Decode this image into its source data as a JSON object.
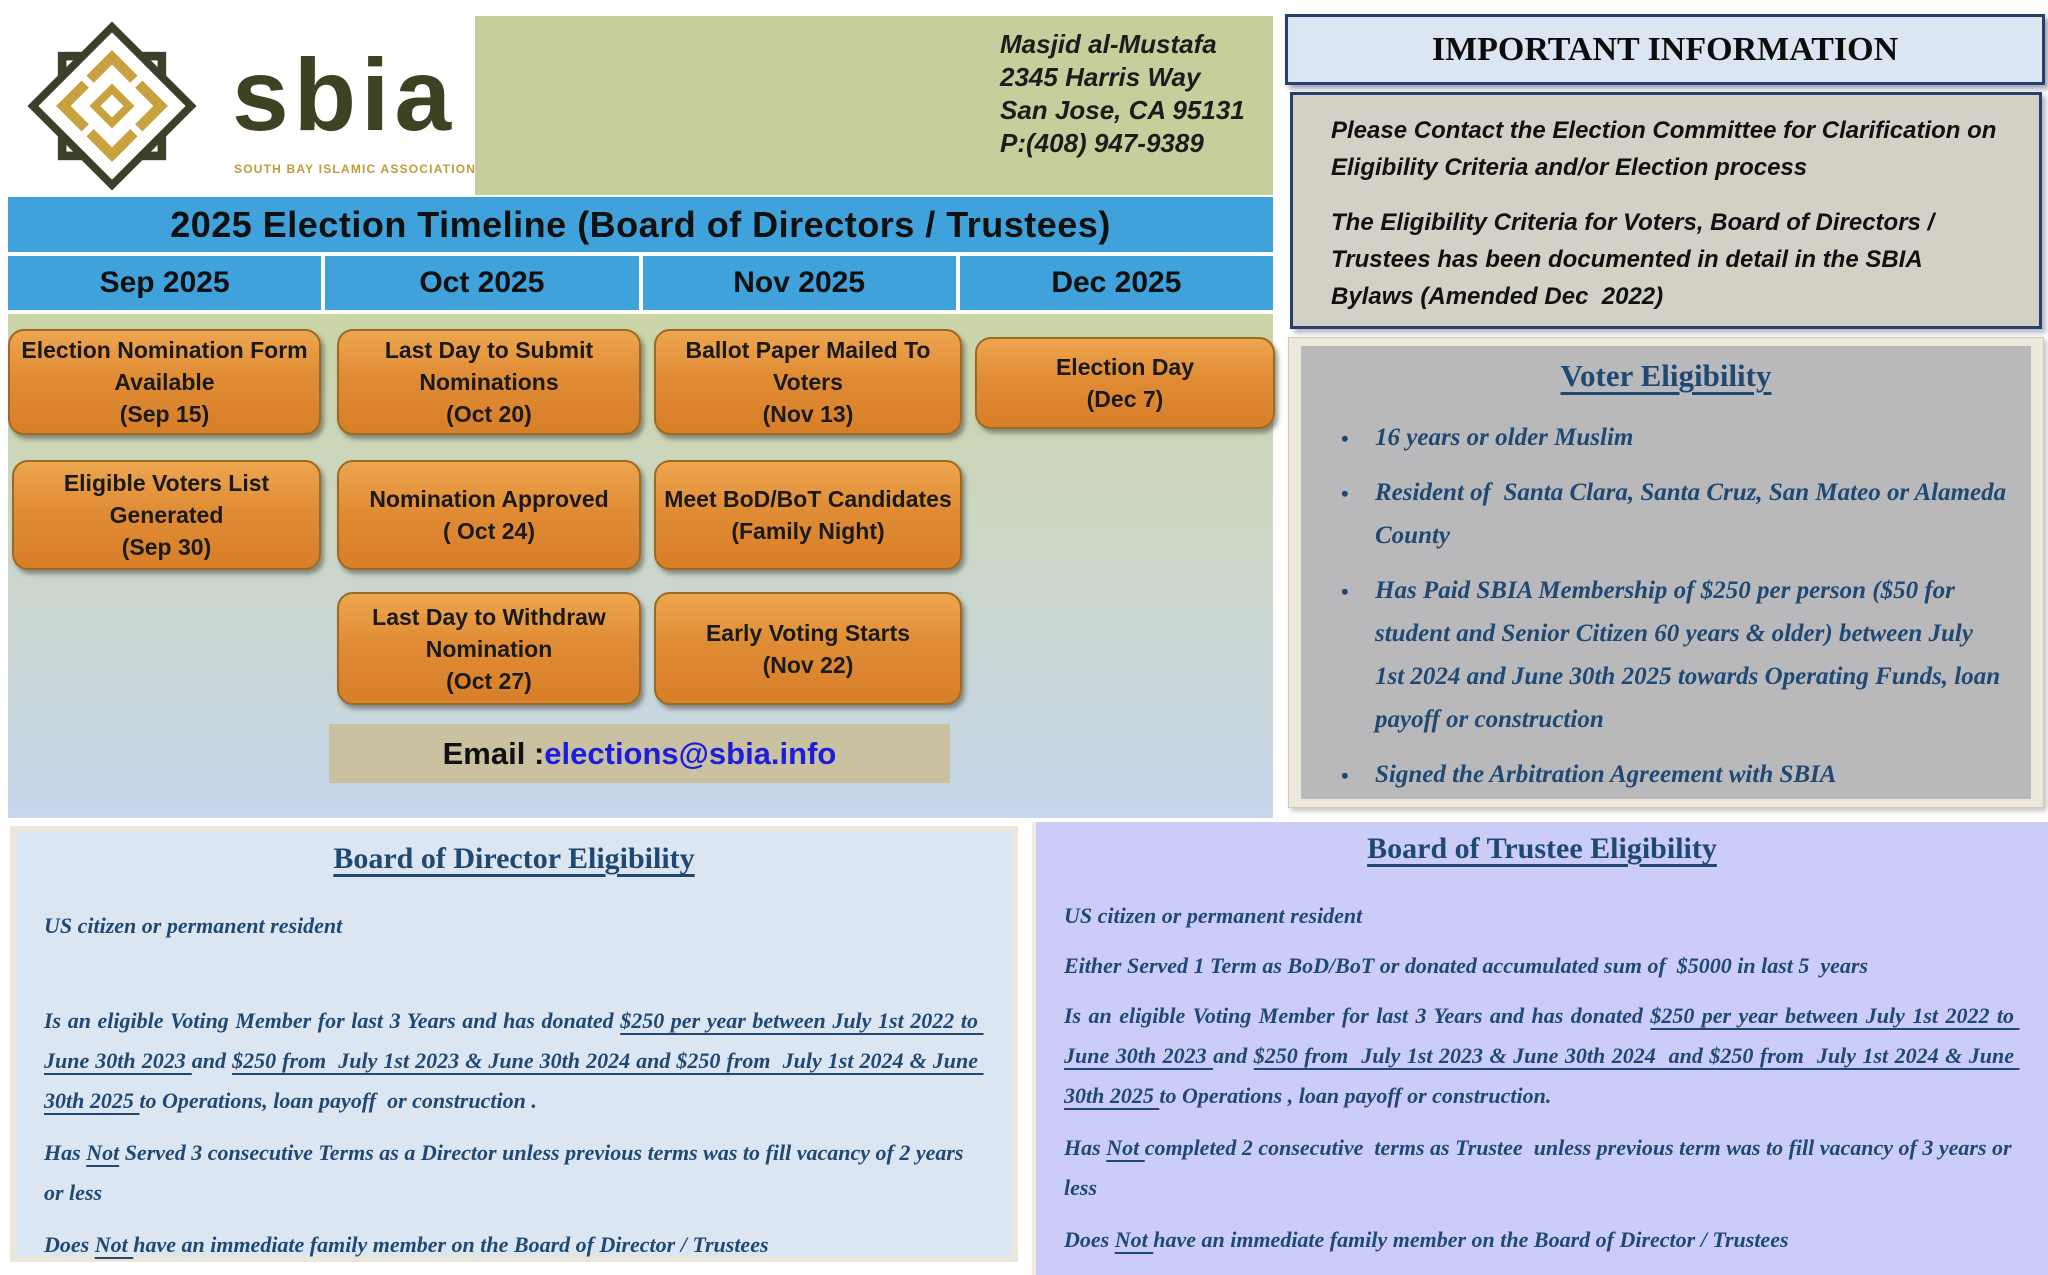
{
  "logo": {
    "brand": "sbia",
    "tagline": "SOUTH BAY ISLAMIC ASSOCIATION"
  },
  "masjid": {
    "name": "Masjid al-Mustafa",
    "address": "2345 Harris Way\nSan Jose, CA 95131\nP:(408) 947-9389"
  },
  "timeline": {
    "title": "2025 Election Timeline (Board of Directors / Trustees)",
    "months": [
      "Sep 2025",
      "Oct 2025",
      "Nov 2025",
      "Dec 2025"
    ],
    "events": [
      {
        "text": "Election Nomination Form\nAvailable\n(Sep 15)"
      },
      {
        "text": "Last Day  to Submit\nNominations\n(Oct 20)"
      },
      {
        "text": "Ballot Paper Mailed To\nVoters\n(Nov 13)"
      },
      {
        "text": "Election Day\n(Dec 7)"
      },
      {
        "text": "Eligible Voters List\nGenerated\n(Sep 30)"
      },
      {
        "text": "Nomination Approved\n( Oct 24)"
      },
      {
        "text": "Meet BoD/BoT Candidates\n(Family Night)"
      },
      {
        "text": "Last Day to Withdraw\nNomination\n(Oct 27)"
      },
      {
        "text": "Early Voting Starts\n(Nov 22)"
      }
    ],
    "email_label": "Email : ",
    "email_address": "elections@sbia.info"
  },
  "important_info": {
    "title": "IMPORTANT INFORMATION",
    "paragraphs": [
      "Please Contact the Election Committee for Clarification on Eligibility Criteria and/or Election process",
      "The Eligibility Criteria for Voters, Board of Directors / Trustees has been documented in detail in the SBIA Bylaws (Amended Dec  2022)"
    ]
  },
  "voter_eligibility": {
    "title": "Voter Eligibility",
    "bullets": [
      "16 years or older Muslim",
      "Resident of  Santa Clara, Santa Cruz, San Mateo or Alameda County",
      "Has Paid SBIA Membership of $250 per person ($50 for student and Senior Citizen 60 years & older) between July 1st 2024 and June 30th 2025 towards Operating Funds, loan payoff or construction",
      "Signed the Arbitration Agreement with SBIA"
    ]
  },
  "director_eligibility": {
    "title": "Board of Director Eligibility",
    "p1": [
      {
        "t": "US citizen or permanent resident"
      }
    ],
    "p2": [
      {
        "t": "Is an eligible Voting Member for last 3 Years and has donated "
      },
      {
        "t": "$250 per year between July 1st 2022 to June 30th 2023 ",
        "u": true
      },
      {
        "t": "and "
      },
      {
        "t": "$250 from  July 1st 2023 & June 30th 2024 and $250 from  July 1st 2024 & June 30th 2025 ",
        "u": true
      },
      {
        "t": "to Operations, loan payoff  or construction ."
      }
    ],
    "p3": [
      {
        "t": "Has "
      },
      {
        "t": "Not",
        "u": true
      },
      {
        "t": " Served 3 consecutive Terms as a Director unless previous terms was to fill vacancy of 2 years or less"
      }
    ],
    "p4": [
      {
        "t": "Does "
      },
      {
        "t": "Not ",
        "u": true
      },
      {
        "t": "have an immediate family member on the Board of Director / Trustees"
      }
    ]
  },
  "trustee_eligibility": {
    "title": "Board of  Trustee Eligibility",
    "p1": [
      {
        "t": "US citizen or permanent resident"
      }
    ],
    "p2": [
      {
        "t": "Either Served 1 Term as BoD/BoT or donated accumulated sum of  $5000 in last 5  years"
      }
    ],
    "p3": [
      {
        "t": "Is an eligible Voting Member for last 3 Years and has donated "
      },
      {
        "t": "$250 per year between July 1st 2022 to June 30th 2023 ",
        "u": true
      },
      {
        "t": "and "
      },
      {
        "t": "$250 from  July 1st 2023 & June 30th 2024  and $250 from  July 1st 2024 & June 30th 2025 ",
        "u": true
      },
      {
        "t": "to Operations , loan payoff or construction."
      }
    ],
    "p4": [
      {
        "t": "Has "
      },
      {
        "t": "Not ",
        "u": true
      },
      {
        "t": "completed 2 consecutive  terms as Trustee  unless previous term was to fill vacancy of 3 years or less"
      }
    ],
    "p5": [
      {
        "t": "Does "
      },
      {
        "t": "Not ",
        "u": true
      },
      {
        "t": "have an immediate family member on the Board of Director / Trustees"
      }
    ]
  },
  "colors": {
    "banner_blue": "#3fa2db",
    "header_green": "#c6cf9b",
    "event_orange": "#e08c35",
    "email_bar_tan": "#c9c1a0",
    "email_link_blue": "#1d1dde",
    "info_border_navy": "#26406b",
    "info_fill_tan": "#d3d0c5",
    "voter_gray": "#b9b9bb",
    "eligibility_text_blue": "#1f4973",
    "director_panel_blue": "#dce5f2",
    "trustee_panel_lavender": "#cbccf8"
  }
}
